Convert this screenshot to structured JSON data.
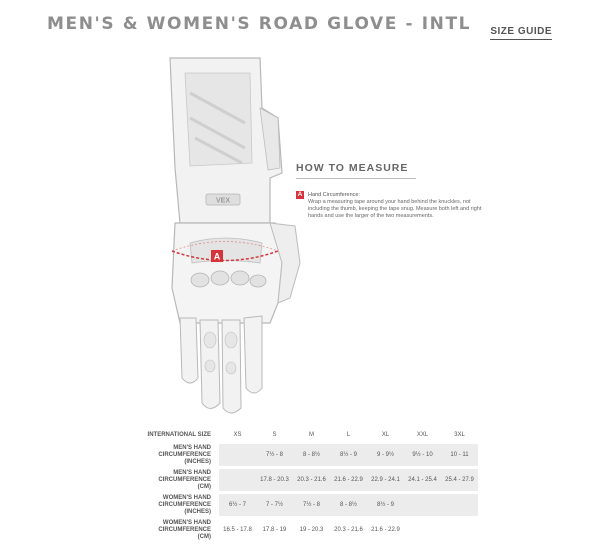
{
  "header": {
    "title": "MEN'S & WOMEN'S ROAD GLOVE - INTL",
    "size_guide_link": "SIZE GUIDE"
  },
  "glove": {
    "marker_letter": "A",
    "brand_patch": "VEX"
  },
  "how_to_measure": {
    "title": "HOW TO MEASURE",
    "item": {
      "badge": "A",
      "label": "Hand Circumference:",
      "description": "Wrap a measuring tape around your hand behind the knuckles, not including the thumb, keeping the tape snug. Measure both left and right hands and use the larger of the two measurements."
    },
    "accent_color": "#d6343a"
  },
  "size_table": {
    "header_label": "INTERNATIONAL SIZE",
    "sizes": [
      "XS",
      "S",
      "M",
      "L",
      "XL",
      "XXL",
      "3XL"
    ],
    "rows": [
      {
        "label": "MEN'S HAND CIRCUMFERENCE (INCHES)",
        "values": [
          "",
          "7½ - 8",
          "8 - 8½",
          "8½ - 9",
          "9 - 9½",
          "9½ - 10",
          "10 - 11"
        ]
      },
      {
        "label": "MEN'S HAND CIRCUMFERENCE (CM)",
        "values": [
          "",
          "17.8 - 20.3",
          "20.3 - 21.6",
          "21.6 - 22.9",
          "22.9 - 24.1",
          "24.1 - 25.4",
          "25.4 - 27.9"
        ]
      },
      {
        "label": "WOMEN'S HAND CIRCUMFERENCE (INCHES)",
        "values": [
          "6½ - 7",
          "7 - 7½",
          "7½ - 8",
          "8 - 8½",
          "8½ - 9",
          "",
          ""
        ]
      },
      {
        "label": "WOMEN'S HAND CIRCUMFERENCE (CM)",
        "values": [
          "16.5 - 17.8",
          "17.8 - 19",
          "19 - 20.3",
          "20.3 - 21.6",
          "21.6 - 22.9",
          "",
          ""
        ]
      }
    ],
    "shade_color": "#ececec"
  }
}
